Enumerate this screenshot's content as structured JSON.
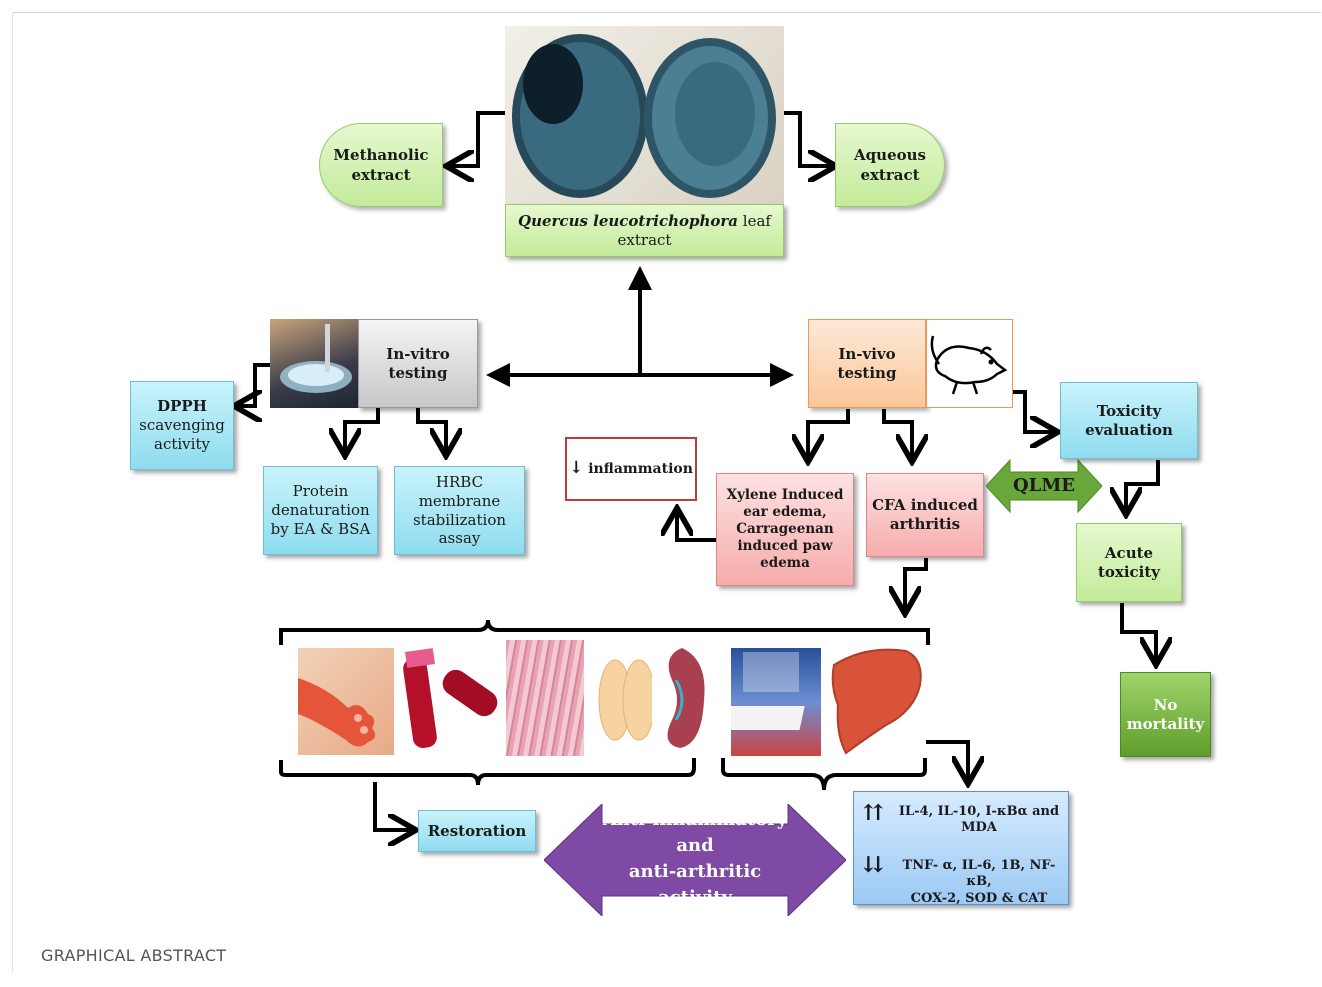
{
  "caption": "GRAPHICAL ABSTRACT",
  "source": {
    "species": "Quercus leucotrichophora",
    "suffix": " leaf extract"
  },
  "extracts": {
    "methanolic": [
      "Methanolic",
      "extract"
    ],
    "aqueous": [
      "Aqueous",
      "extract"
    ]
  },
  "in_vitro": {
    "label": [
      "In-vitro",
      "testing"
    ],
    "assays": {
      "dpph": [
        "DPPH",
        "scavenging",
        "activity"
      ],
      "protein": [
        "Protein",
        "denaturation",
        "by EA & BSA"
      ],
      "hrbc": [
        "HRBC",
        "membrane",
        "stabilization",
        "assay"
      ]
    }
  },
  "in_vivo": {
    "label": [
      "In-vivo",
      "testing"
    ],
    "inflammation": "inflammation",
    "xylene": [
      "Xylene Induced",
      "ear edema,",
      "Carrageenan",
      "induced paw",
      "edema"
    ],
    "cfa": [
      "CFA induced",
      "arthritis"
    ],
    "qlme": "QLME",
    "toxicity": [
      "Toxicity",
      "evaluation"
    ],
    "acute": [
      "Acute",
      "toxicity"
    ],
    "mortality": [
      "No",
      "mortality"
    ]
  },
  "outcomes": {
    "restoration": "Restoration",
    "activity": [
      "Anti-inflammatory and",
      "anti-arthritic activity"
    ],
    "up_markers": [
      "IL-4, IL-10, I-κBα and",
      "MDA"
    ],
    "down_markers": [
      "TNF- α, IL-6, 1B, NF-κB,",
      "COX-2, SOD & CAT"
    ]
  },
  "colors": {
    "green": "#c3eb9a",
    "cyan": "#8fdcef",
    "pink": "#f6acac",
    "orange": "#fbc79a",
    "dark_green": "#5f9e2c",
    "blue": "#9cc9f4",
    "purple": "#7e4aa6",
    "qlme_green": "#6aa73a"
  }
}
